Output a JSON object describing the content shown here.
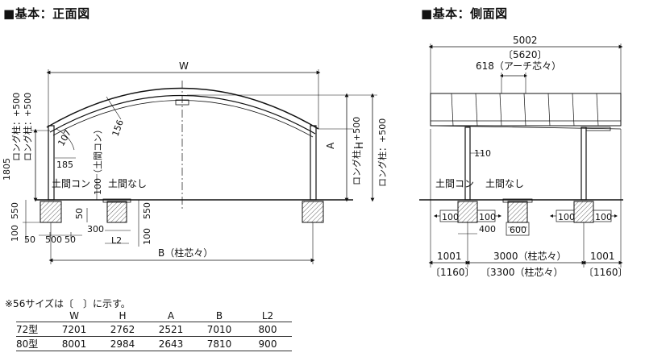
{
  "titles": {
    "front": "■基本：正面図",
    "side": "■基本：側面図"
  },
  "front": {
    "W": "W",
    "A": "A",
    "H": "H",
    "B": "B（柱芯々）",
    "long_post_left": "ロング柱：+500",
    "long_post_a": "ロング柱：+500",
    "long_post_h": "ロング柱：+500",
    "d1805": "1805",
    "d185": "185",
    "d107": "107",
    "d156": "156",
    "d100_dokon": "100（土間コン）",
    "dokon": "土間コン",
    "domanashi": "土間なし",
    "d550_l": "550",
    "d550_r": "550",
    "d100_l": "100",
    "d100_r": "100",
    "d50_mid": "50",
    "d50_a": "50",
    "d500": "500",
    "d50_b": "50",
    "d300": "300",
    "L2": "L2"
  },
  "side": {
    "d5002": "5002",
    "d5620": "〔5620〕",
    "d618": "618（アーチ芯々）",
    "d110": "110",
    "dokon": "土間コン",
    "domanashi": "土間なし",
    "d100_1": "100",
    "d100_2": "100",
    "d100_3": "100",
    "d100_4": "100",
    "d400": "400",
    "d600": "600",
    "d1001_l": "1001",
    "d1160_l": "〔1160〕",
    "d3000": "3000（柱芯々）",
    "d3300": "〔3300（柱芯々）",
    "d1001_r": "1001",
    "d1160_r": "〔1160〕"
  },
  "table": {
    "note": "※56サイズは〔　〕に示す。",
    "headers": [
      "",
      "W",
      "H",
      "A",
      "B",
      "L2"
    ],
    "rows": [
      [
        "72型",
        "7201",
        "2762",
        "2521",
        "7010",
        "800"
      ],
      [
        "80型",
        "8001",
        "2984",
        "2643",
        "7810",
        "900"
      ]
    ]
  }
}
